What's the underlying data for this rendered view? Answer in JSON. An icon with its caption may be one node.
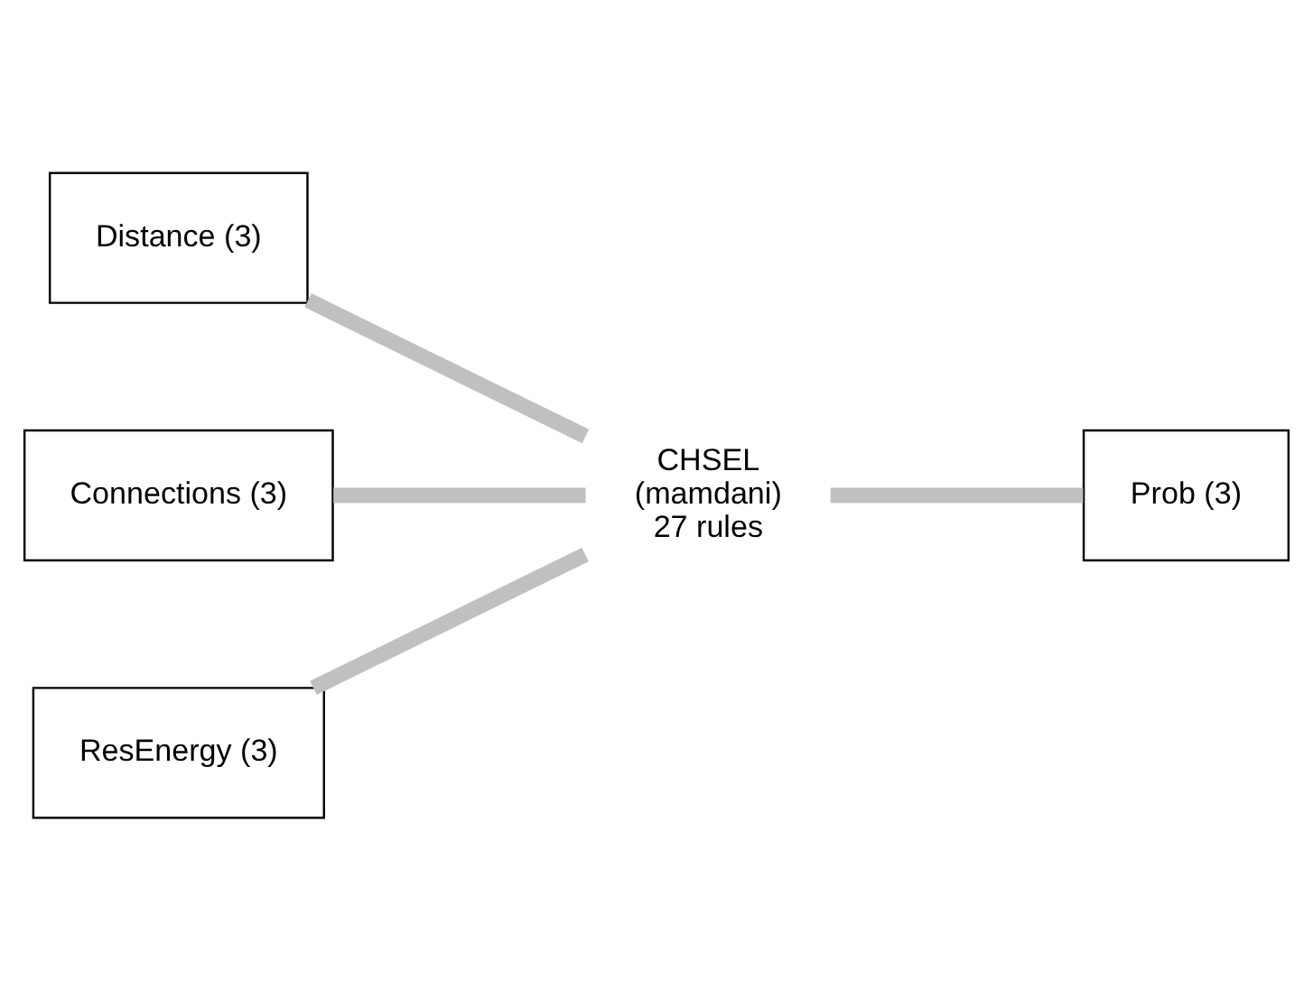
{
  "diagram": {
    "nodes": [
      {
        "text": [
          "Distance (3)"
        ]
      },
      {
        "text": [
          "Connections (3)"
        ]
      },
      {
        "text": [
          "ResEnergy (3)"
        ]
      },
      {
        "text": [
          "CHSEL",
          "(mamdani)",
          "27 rules"
        ]
      },
      {
        "text": [
          "Prob (3)"
        ]
      }
    ],
    "edges": [
      {
        "from": 0,
        "to": 3,
        "arrow": "none"
      },
      {
        "from": 1,
        "to": 3,
        "arrow": "none"
      },
      {
        "from": 2,
        "to": 3,
        "arrow": "none"
      },
      {
        "from": 3,
        "to": 4,
        "arrow": "none"
      }
    ]
  }
}
